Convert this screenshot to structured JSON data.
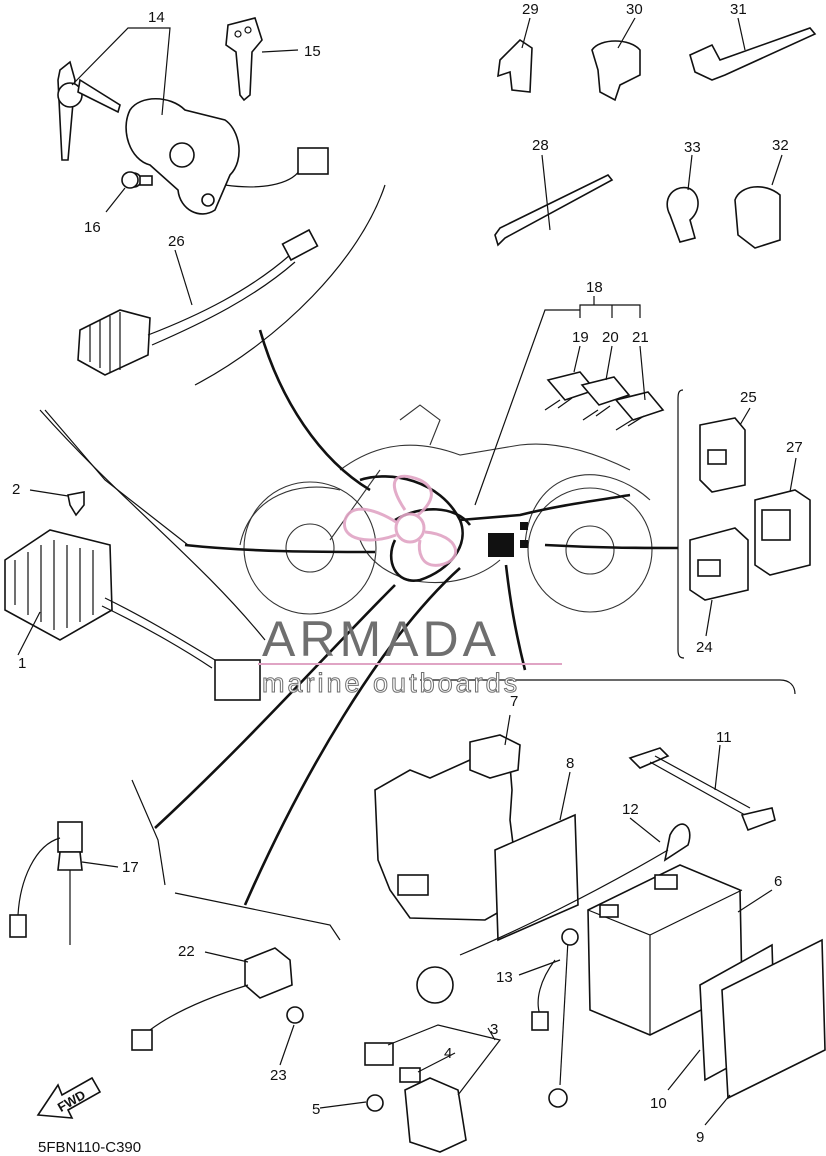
{
  "diagram": {
    "code": "5FBN110-C390",
    "fwd_label": "FWD",
    "callouts": [
      "1",
      "2",
      "3",
      "4",
      "5",
      "6",
      "7",
      "8",
      "9",
      "10",
      "11",
      "12",
      "13",
      "14",
      "15",
      "16",
      "17",
      "18",
      "19",
      "20",
      "21",
      "22",
      "23",
      "24",
      "25",
      "26",
      "27",
      "28",
      "29",
      "30",
      "31",
      "32",
      "33"
    ]
  },
  "watermark": {
    "brand": "ARMADA",
    "tagline": "marine outboards",
    "colors": {
      "text": "#6f6f6f",
      "accent": "#e0a4c4"
    }
  }
}
